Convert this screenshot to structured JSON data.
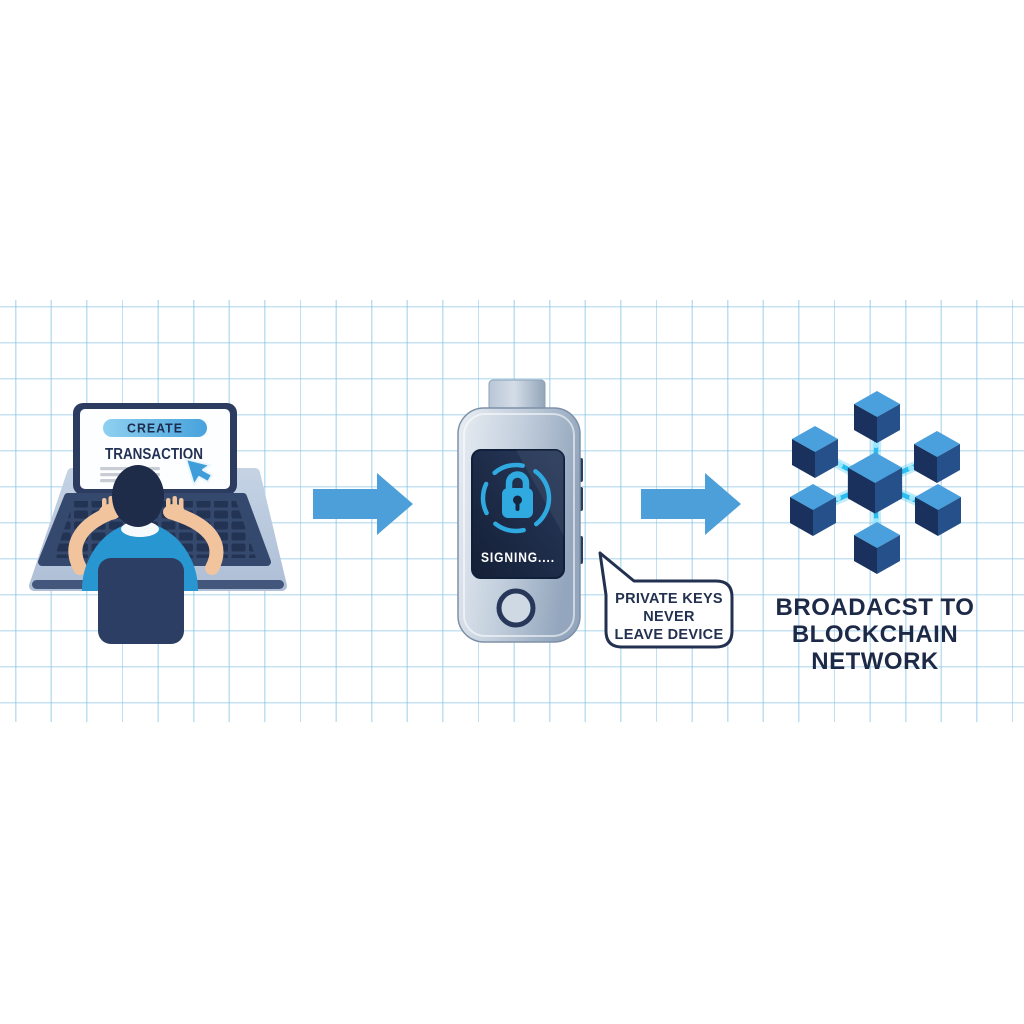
{
  "palette": {
    "background": "#ffffff",
    "grid_line": "#bfe0f0",
    "arrow_blue": "#4c9fd9",
    "navy_text": "#1d2a47",
    "cyan_accent": "#2fa9e0",
    "link_glow": "#29bdf0",
    "cube_top": "#4aa0dd",
    "cube_left": "#19315c",
    "cube_right": "#265089",
    "shirt_blue": "#2796d1",
    "device_body": "#c3cfdd",
    "device_screen": "#1b2740",
    "desk": "#b7c6db"
  },
  "laptop": {
    "button_label": "CREATE",
    "screen_word": "TRANSACTION"
  },
  "device": {
    "status_text": "SIGNING...."
  },
  "callout": {
    "line1": "PRIVATE KEYS",
    "line2": "NEVER",
    "line3": "LEAVE DEVICE"
  },
  "broadcast": {
    "line1": "BROADACST TO",
    "line2": "BLOCKCHAIN",
    "line3": "NETWORK"
  },
  "icons": {
    "cursor": "cursor-icon",
    "lock": "lock-icon",
    "usb_connector": "usb-connector-icon",
    "power_button": "power-button-icon",
    "flow_arrow": "flow-arrow-icon",
    "blockchain_cube": "blockchain-cube-icon",
    "network_link": "network-link-icon",
    "speech_bubble": "speech-bubble"
  }
}
